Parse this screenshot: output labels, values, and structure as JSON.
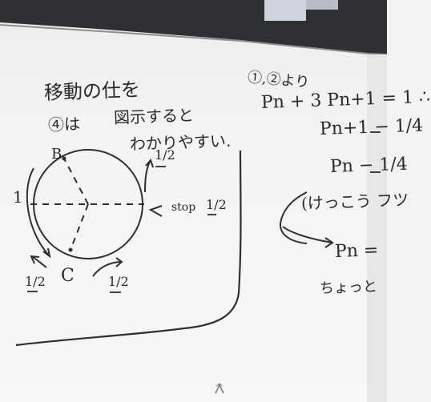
{
  "board": {
    "left": {
      "title_line1": "移動の仕を",
      "title_line2": "図示すると",
      "title_line3": "わかりやすい.",
      "problem_label": "④は",
      "point_b": "B",
      "point_c": "C",
      "one_label": "1",
      "stop_label": "stop",
      "frac_up": "1/2",
      "frac_stop": "1/2",
      "frac_left": "1/2",
      "frac_right": "1/2"
    },
    "right": {
      "note_label": "①,②より",
      "line1": "Pn + 3 Pn+1 = 1 ∴",
      "line2": "Pn+1 − 1/4",
      "line3": "Pn − 1/4",
      "line4": "(けっこう フツ",
      "line5": "Pn =",
      "line6": "ちょっと"
    },
    "bottom_mark": "^"
  }
}
